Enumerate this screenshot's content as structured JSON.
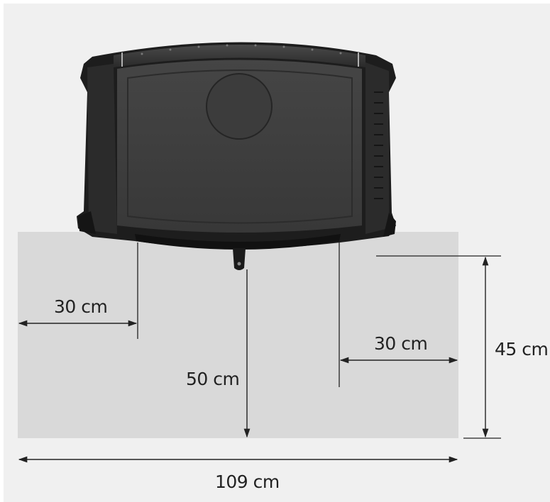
{
  "diagram": {
    "measurements": {
      "left_clearance": "30 cm",
      "right_clearance": "30 cm",
      "front_clearance": "50 cm",
      "depth": "45 cm",
      "width": "109 cm"
    },
    "colors": {
      "background": "#f0f0f0",
      "floor_zone": "#d9d9d9",
      "appliance_body": "#3e3e3e",
      "appliance_shadow": "#1c1c1c",
      "dimension_line": "#222222"
    },
    "objects": {
      "appliance": "stove-top-view",
      "floor_protection": "clearance-zone"
    }
  }
}
